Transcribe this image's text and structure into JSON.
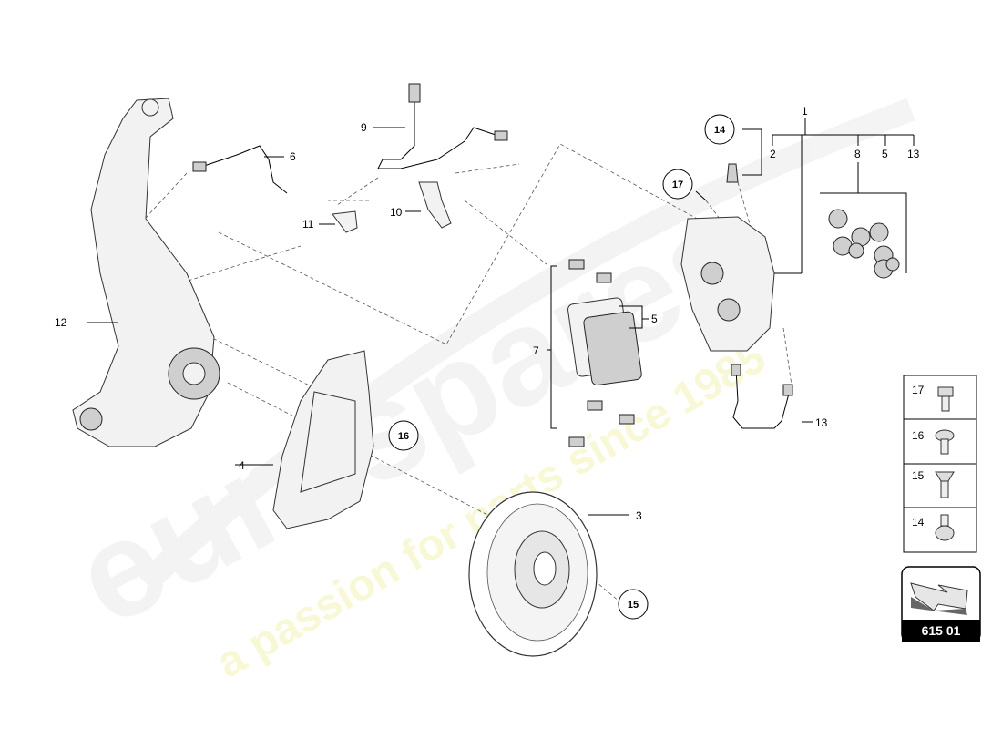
{
  "callouts": {
    "c1": "1",
    "c2": "2",
    "c3": "3",
    "c4": "4",
    "c5a": "5",
    "c5b": "5",
    "c6": "6",
    "c7": "7",
    "c8": "8",
    "c9": "9",
    "c10": "10",
    "c11": "11",
    "c12": "12",
    "c13a": "13",
    "c13b": "13"
  },
  "circled": {
    "c14": "14",
    "c15": "15",
    "c16": "16",
    "c17": "17"
  },
  "fasteners": [
    {
      "label": "17",
      "icon": "bolt-hex-flange-icon"
    },
    {
      "label": "16",
      "icon": "screw-round-head-icon"
    },
    {
      "label": "15",
      "icon": "countersunk-screw-icon"
    },
    {
      "label": "14",
      "icon": "bleed-valve-icon"
    }
  ],
  "ref_box": {
    "label": "615 01",
    "icon": "arrow-direction-icon"
  },
  "watermark": {
    "brand": "eurospares",
    "tagline": "a passion for parts since 1985"
  },
  "colors": {
    "line": "#000000",
    "dash": "#555555",
    "ref_dark": "#000000",
    "watermark": "#e8e8e8",
    "tagline": "#f3f3b0"
  }
}
